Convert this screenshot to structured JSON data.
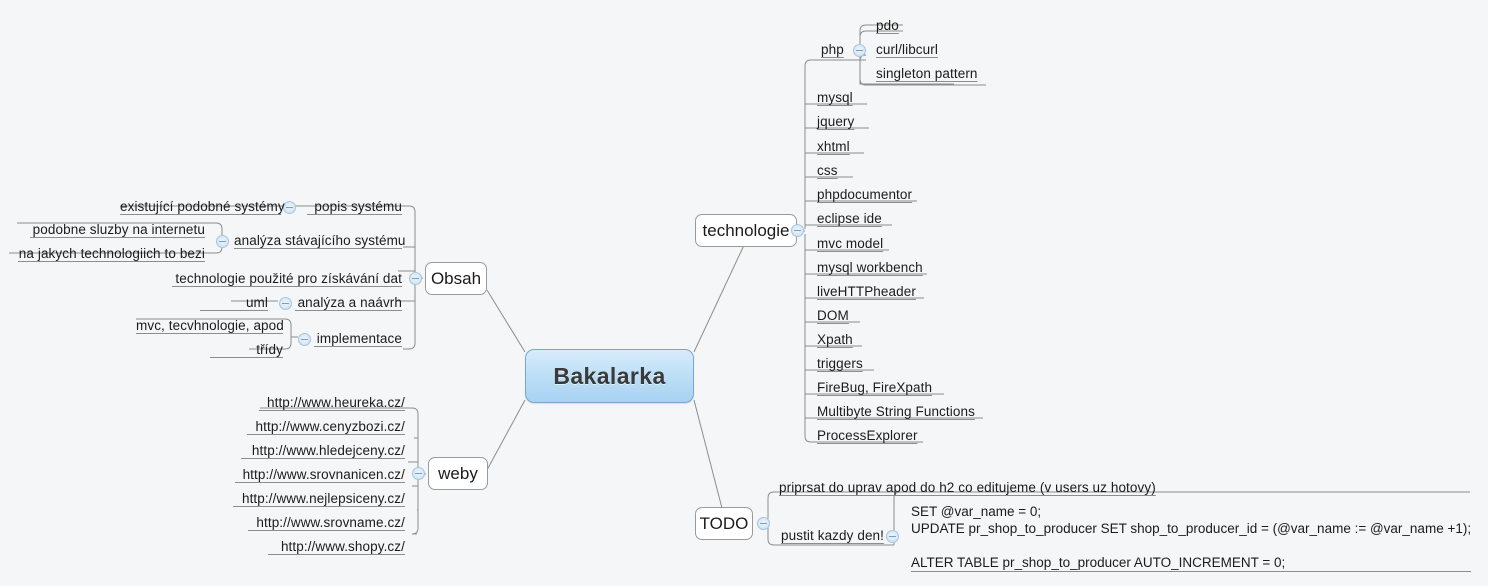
{
  "app": {
    "type": "mindmap",
    "background": "#f4f6f8",
    "line_color": "#8d8d8d",
    "root_accent": "#a7d2f2"
  },
  "root": {
    "label": "Bakalarka"
  },
  "branches": {
    "technologie": {
      "label": "technologie",
      "toggle": "collapse-toggle",
      "items": [
        {
          "label": "php",
          "toggle": "collapse-toggle",
          "children": [
            {
              "label": "pdo"
            },
            {
              "label": "curl/libcurl"
            },
            {
              "label": "singleton pattern"
            }
          ]
        },
        {
          "label": "mysql"
        },
        {
          "label": "jquery"
        },
        {
          "label": "xhtml"
        },
        {
          "label": "css"
        },
        {
          "label": "phpdocumentor"
        },
        {
          "label": "eclipse ide"
        },
        {
          "label": "mvc model"
        },
        {
          "label": "mysql workbench"
        },
        {
          "label": "liveHTTPheader"
        },
        {
          "label": "DOM"
        },
        {
          "label": "Xpath"
        },
        {
          "label": "triggers"
        },
        {
          "label": "FireBug, FireXpath"
        },
        {
          "label": "Multibyte String Functions"
        },
        {
          "label": "ProcessExplorer"
        }
      ]
    },
    "obsah": {
      "label": "Obsah",
      "toggle": "collapse-toggle",
      "items": [
        {
          "label": "popis systému",
          "toggle": "collapse-toggle",
          "children": [
            {
              "label": "existující podobné systémy"
            }
          ]
        },
        {
          "label": "analýza stávajícího systému",
          "toggle": "collapse-toggle",
          "children": [
            {
              "label": "podobne sluzby na internetu"
            },
            {
              "label": "na jakych technologiich to bezi"
            }
          ]
        },
        {
          "label": "technologie použité pro získávání dat"
        },
        {
          "label": "analýza a naávrh",
          "toggle": "collapse-toggle",
          "children": [
            {
              "label": "uml"
            }
          ]
        },
        {
          "label": "implementace",
          "toggle": "collapse-toggle",
          "children": [
            {
              "label": "mvc, tecvhnologie, apod"
            },
            {
              "label": "třídy"
            }
          ]
        }
      ]
    },
    "weby": {
      "label": "weby",
      "toggle": "collapse-toggle",
      "items": [
        {
          "label": "http://www.heureka.cz/"
        },
        {
          "label": "http://www.cenyzbozi.cz/"
        },
        {
          "label": "http://www.hledejceny.cz/"
        },
        {
          "label": "http://www.srovnanicen.cz/"
        },
        {
          "label": "http://www.nejlepsiceny.cz/"
        },
        {
          "label": "http://www.srovname.cz/"
        },
        {
          "label": "http://www.shopy.cz/"
        }
      ]
    },
    "todo": {
      "label": "TODO",
      "toggle": "collapse-toggle",
      "items": [
        {
          "label": "priprsat do uprav apod do h2 co editujeme (v users uz hotovy)"
        },
        {
          "label": "pustit kazdy den!",
          "toggle": "collapse-toggle",
          "children": [
            {
              "label": "SET @var_name = 0;\nUPDATE pr_shop_to_producer SET shop_to_producer_id = (@var_name := @var_name +1);\n\nALTER TABLE pr_shop_to_producer AUTO_INCREMENT = 0;"
            }
          ]
        }
      ]
    }
  }
}
